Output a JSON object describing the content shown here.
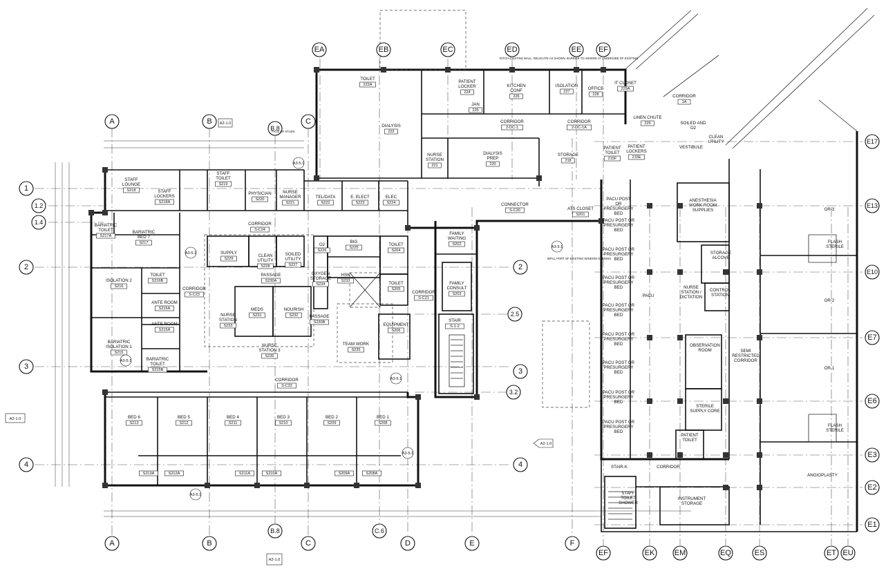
{
  "grid_labels": {
    "top": [
      "EA",
      "EB",
      "EC",
      "ED",
      "EE",
      "EF"
    ],
    "upper_cols": [
      "A",
      "B",
      "B.8",
      "C"
    ],
    "bottom": [
      "A",
      "B",
      "B.8",
      "C",
      "C.6",
      "D",
      "E",
      "F",
      "EF",
      "EK",
      "EM",
      "EQ",
      "ES",
      "ET",
      "EU"
    ],
    "left_rows": [
      "1",
      "1.2",
      "1.4",
      "2",
      "3",
      "4"
    ],
    "mid_rows": [
      "2",
      "2.5",
      "3",
      "3.2",
      "4"
    ],
    "right_rows": [
      "E17",
      "E13",
      "E10",
      "E7",
      "E6",
      "E3",
      "E2",
      "E1"
    ]
  },
  "rooms": [
    {
      "name": "TOILET",
      "num": "222A"
    },
    {
      "name": "PATIENT LOCKER",
      "num": "224"
    },
    {
      "name": "JAN",
      "num": "225"
    },
    {
      "name": "KITCHEN CONF",
      "num": "226"
    },
    {
      "name": "ISOLATION",
      "num": "227"
    },
    {
      "name": "OFFICE",
      "num": "228"
    },
    {
      "name": "IT CLOSET",
      "num": "229A"
    },
    {
      "name": "DIALYSIS",
      "num": "222"
    },
    {
      "name": "CORRIDOR",
      "num": "2-DC-1"
    },
    {
      "name": "CORRIDOR",
      "num": "2-DC-1A"
    },
    {
      "name": "NURSE STATION",
      "num": "221"
    },
    {
      "name": "DIALYSIS PREP",
      "num": "220"
    },
    {
      "name": "STORAGE",
      "num": "218"
    },
    {
      "name": "PATIENT TOILET",
      "num": "215F"
    },
    {
      "name": "PATIENT LOCKERS",
      "num": "215E"
    },
    {
      "name": "LINEN CHUTE",
      "num": "229"
    },
    {
      "name": "CORRIDOR",
      "num": "1A"
    },
    {
      "name": "SOILED AND O2",
      "num": ""
    },
    {
      "name": "CLEAN UTILITY",
      "num": ""
    },
    {
      "name": "VESTIBULE",
      "num": ""
    },
    {
      "name": "STAFF LOUNGE",
      "num": "S218"
    },
    {
      "name": "STAFF LOCKERS",
      "num": "S218A"
    },
    {
      "name": "STAFF TOILET",
      "num": "S219"
    },
    {
      "name": "PHYSICIAN",
      "num": "S220"
    },
    {
      "name": "NURSE MANAGER",
      "num": "S221"
    },
    {
      "name": "TEL/DATA",
      "num": "S222"
    },
    {
      "name": "E. ELECT",
      "num": "S223"
    },
    {
      "name": "ELEC",
      "num": "S224"
    },
    {
      "name": "CONNECTOR",
      "num": "S-C20"
    },
    {
      "name": "ATS CLOSET",
      "num": "S201"
    },
    {
      "name": "CORRIDOR",
      "num": "S-C24"
    },
    {
      "name": "BARIATRIC TOILET",
      "num": "S217A"
    },
    {
      "name": "BARIATRIC BED 7",
      "num": "S217"
    },
    {
      "name": "SUPPLY",
      "num": "S229"
    },
    {
      "name": "CLEAN UTILITY",
      "num": "S228"
    },
    {
      "name": "SOILED UTILITY",
      "num": "S227"
    },
    {
      "name": "O2",
      "num": "S226"
    },
    {
      "name": "BIG",
      "num": "S225"
    },
    {
      "name": "TOILET",
      "num": "S204"
    },
    {
      "name": "FAMILY WAITING",
      "num": "S202"
    },
    {
      "name": "TOILET",
      "num": "S216B"
    },
    {
      "name": "ISOLATION 2",
      "num": "S216"
    },
    {
      "name": "PASSAGE",
      "num": "S230A"
    },
    {
      "name": "OXYGEN STORAGE",
      "num": "S234"
    },
    {
      "name": "HSK",
      "num": "S233"
    },
    {
      "name": "TOILET",
      "num": "S205"
    },
    {
      "name": "FAMILY CONSULT",
      "num": "S203"
    },
    {
      "name": "CORRIDOR",
      "num": "S-C23"
    },
    {
      "name": "CORRIDOR",
      "num": "S-C21"
    },
    {
      "name": "ANTE ROOM",
      "num": "S216A"
    },
    {
      "name": "ANTE ROOM",
      "num": "S215A"
    },
    {
      "name": "MEDS",
      "num": "S231"
    },
    {
      "name": "NOURISH",
      "num": "S232"
    },
    {
      "name": "NURSE STATION",
      "num": "S233"
    },
    {
      "name": "PASSAGE",
      "num": "S230B"
    },
    {
      "name": "EQUIPMENT",
      "num": "S206"
    },
    {
      "name": "STAIR",
      "num": "S-1-2"
    },
    {
      "name": "BARIATRIC ISOLATION 1",
      "num": "S215"
    },
    {
      "name": "BARIATRIC TOILET",
      "num": "S215B"
    },
    {
      "name": "TEAM WORK",
      "num": "S235"
    },
    {
      "name": "NURSE STATION 3",
      "num": "S236"
    },
    {
      "name": "CORRIDOR",
      "num": "S-C22"
    },
    {
      "name": "BED 6",
      "num": "S213"
    },
    {
      "name": "BED 5",
      "num": "S212"
    },
    {
      "name": "BED 4",
      "num": "S211"
    },
    {
      "name": "BED 3",
      "num": "S210"
    },
    {
      "name": "BED 2",
      "num": "S209"
    },
    {
      "name": "BED 1",
      "num": "S208"
    },
    {
      "name": "",
      "num": "S213A"
    },
    {
      "name": "",
      "num": "S212A"
    },
    {
      "name": "",
      "num": "S211A"
    },
    {
      "name": "",
      "num": "S210A"
    },
    {
      "name": "",
      "num": "S209A"
    },
    {
      "name": "",
      "num": "S208A"
    },
    {
      "name": "PACU POST OR PRESURGERY BED",
      "num": ""
    },
    {
      "name": "ANESTHESIA WORK ROOM SUPPLIES",
      "num": ""
    },
    {
      "name": "STORAGE ALCOVE",
      "num": ""
    },
    {
      "name": "PACU",
      "num": ""
    },
    {
      "name": "NURSE STATION / DICTATION",
      "num": ""
    },
    {
      "name": "CONTROL STATION",
      "num": ""
    },
    {
      "name": "OBSERVATION ROOM",
      "num": ""
    },
    {
      "name": "SEMI RESTRICTED CORRIDOR",
      "num": ""
    },
    {
      "name": "STERILE SUPPLY CORE",
      "num": ""
    },
    {
      "name": "PATIENT TOILET",
      "num": ""
    },
    {
      "name": "CORRIDOR",
      "num": ""
    },
    {
      "name": "STAIR-K",
      "num": ""
    },
    {
      "name": "STAFF TOILET SHOWER",
      "num": ""
    },
    {
      "name": "INSTRUMENT STORAGE",
      "num": ""
    },
    {
      "name": "OR-3",
      "num": ""
    },
    {
      "name": "OR-2",
      "num": ""
    },
    {
      "name": "OR-1",
      "num": ""
    },
    {
      "name": "ANGIOPLASTY",
      "num": ""
    },
    {
      "name": "FLASH STERILE",
      "num": ""
    },
    {
      "name": "FLASH STERILE",
      "num": ""
    }
  ],
  "section_tags": [
    "A2-1.0",
    "A2-1.0",
    "A2-1.0",
    "A2-1.0"
  ],
  "detail_tags": [
    "A3-5.1",
    "A3-5.1",
    "A3-5.1",
    "A3-5.1",
    "A3-5.1",
    "A3-5.1",
    "A3-5.1"
  ],
  "notes": [
    "PATCH EXISTING WALL. RELOCATE AS SHOWN. BARRIER TO ADHERE AT UNDERSIDE OF EXISTING",
    "INFILL PORT OF EXISTING WINDOW OPENING",
    "FACE OF STUDS"
  ],
  "pacu_bed_count": 9
}
